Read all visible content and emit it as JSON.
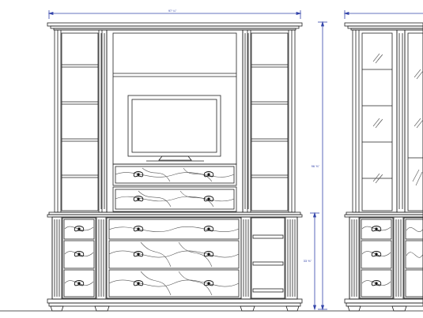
{
  "drawing": {
    "title": "Entertainment center wall unit - front elevation",
    "dimensions": {
      "overall_width": "97 ¼\"",
      "overall_height": "96 ⅝\"",
      "base_height": "33 ⅝\""
    },
    "colors": {
      "line": "#222222",
      "dimension": "#3344aa",
      "paper": "#ffffff",
      "grain": "#555555",
      "glass": "#666666"
    }
  }
}
